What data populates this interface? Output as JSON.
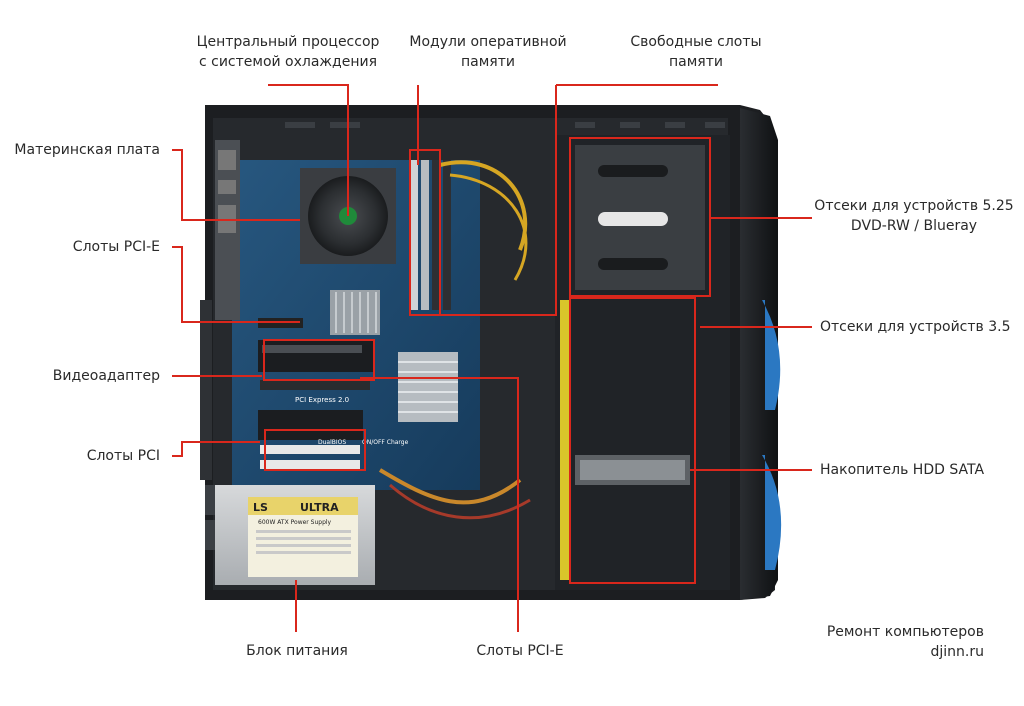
{
  "labels": {
    "cpu": [
      "Центральный процессор",
      "с системой охлаждения"
    ],
    "ram": [
      "Модули оперативной",
      "памяти"
    ],
    "free_slots": [
      "Свободные слоты",
      "памяти"
    ],
    "motherboard": "Материнская плата",
    "pcie_left": "Слоты PCI-E",
    "gpu": "Видеоадаптер",
    "pci": "Слоты PCI",
    "bay_525": [
      "Отсеки для устройств 5.25",
      "DVD-RW / Blueray"
    ],
    "bay_35": "Отсеки для устройств 3.5",
    "hdd": "Накопитель HDD SATA",
    "psu": "Блок питания",
    "pcie_bottom": "Слоты PCI-E",
    "credit": [
      "Ремонт компьютеров",
      "djinn.ru"
    ]
  },
  "psu_sticker": {
    "brand": "LS",
    "model": "ULTRA",
    "subtitle": "600W ATX Power Supply"
  },
  "board_print": {
    "pci_express": "PCI Express 2.0",
    "dual_bios": "DualBIOS",
    "on_off_charge": "ON/OFF Charge"
  },
  "colors": {
    "callout": "#d9271c",
    "label_text": "#2a2a2a",
    "case_dark": "#1a1c1f",
    "board_blue": "#1f4f7a",
    "fan_blue": "#2b78c2"
  }
}
